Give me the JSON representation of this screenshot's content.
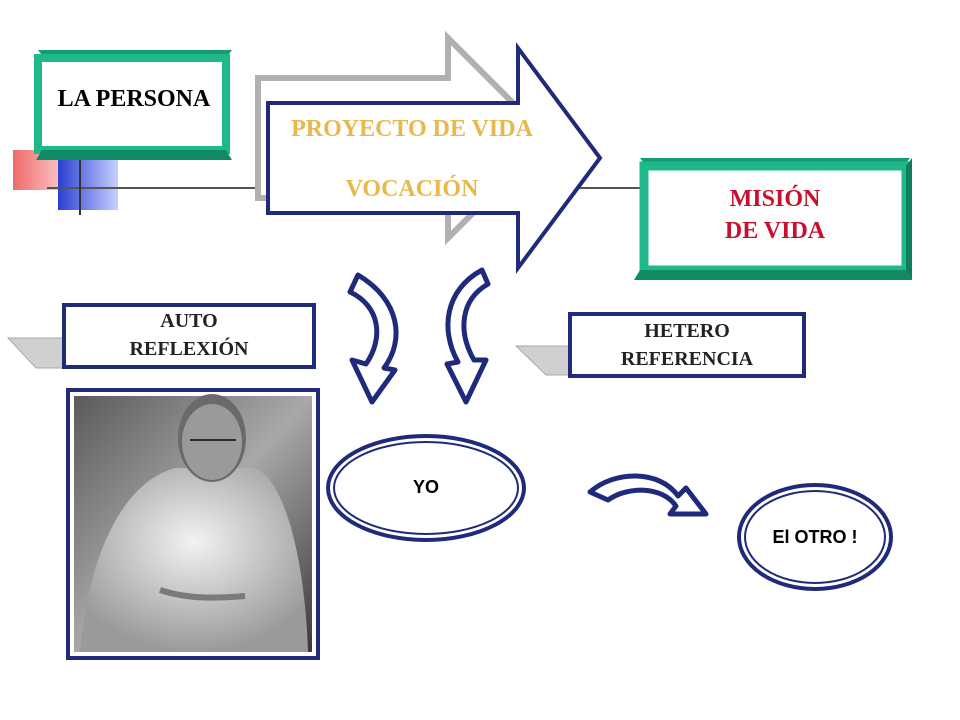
{
  "boxes": {
    "persona": "LA PERSONA",
    "mision_line1": "MISIÓN",
    "mision_line2": "DE VIDA",
    "auto_line1": "AUTO",
    "auto_line2": "REFLEXIÓN",
    "hetero_line1": "HETERO",
    "hetero_line2": "REFERENCIA"
  },
  "arrow": {
    "line1": "PROYECTO DE VIDA",
    "line2": "VOCACIÓN"
  },
  "ellipses": {
    "yo": "YO",
    "otro": "El OTRO !"
  },
  "colors": {
    "teal": "#1fb88a",
    "navy": "#1f2a7a",
    "gold": "#e8b84a",
    "red": "#c8102e",
    "yellow": "#ffd400",
    "blue": "#2a3fd0",
    "pink": "#f07070"
  }
}
